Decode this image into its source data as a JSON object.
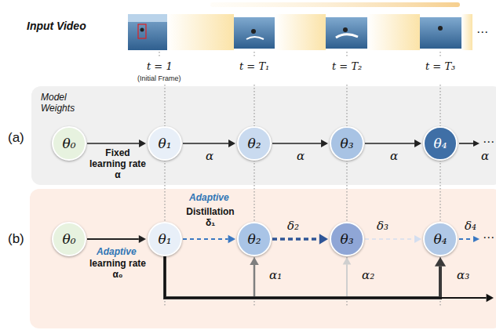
{
  "diagram": {
    "nodes": [
      {
        "text": [
          "θ₀"
        ]
      },
      {
        "text": [
          "θ₁"
        ]
      },
      {
        "text": [
          "θ₂"
        ]
      },
      {
        "text": [
          "θ₃"
        ]
      },
      {
        "text": [
          "θ₄"
        ]
      },
      {
        "text": [
          "θ₀"
        ]
      },
      {
        "text": [
          "θ₁"
        ]
      },
      {
        "text": [
          "θ₂"
        ]
      },
      {
        "text": [
          "θ₃"
        ]
      },
      {
        "text": [
          "θ₄"
        ]
      }
    ],
    "edges": [
      {
        "from": 0,
        "to": 1,
        "label": "Fixed learning rate α",
        "arrow": "to"
      },
      {
        "from": 1,
        "to": 2,
        "label": "α",
        "arrow": "to"
      },
      {
        "from": 2,
        "to": 3,
        "label": "α",
        "arrow": "to"
      },
      {
        "from": 3,
        "to": 4,
        "label": "α",
        "arrow": "to"
      },
      {
        "from": 5,
        "to": 6,
        "label": "learning rate α₀",
        "arrow": "to"
      },
      {
        "from": 6,
        "to": 7,
        "label": "Distillation δ₁",
        "arrow": "to"
      },
      {
        "from": 7,
        "to": 8,
        "label": "δ₂",
        "arrow": "to"
      },
      {
        "from": 8,
        "to": 9,
        "label": "δ₃",
        "arrow": "to"
      },
      {
        "from": 6,
        "to": 7,
        "label": "α₁",
        "arrow": "to"
      },
      {
        "from": 6,
        "to": 8,
        "label": "α₂",
        "arrow": "to"
      },
      {
        "from": 6,
        "to": 9,
        "label": "α₃",
        "arrow": "to"
      }
    ],
    "labels": [
      "Input Video",
      "⋯",
      "t = 1",
      "(Initial Frame)",
      "t = T₁",
      "t = T₂",
      "t = T₃",
      "(a)",
      "Model Weights",
      "α",
      "⋯",
      "(b)",
      "Adaptive",
      "Adaptive",
      "δ₄",
      "⋯"
    ]
  }
}
